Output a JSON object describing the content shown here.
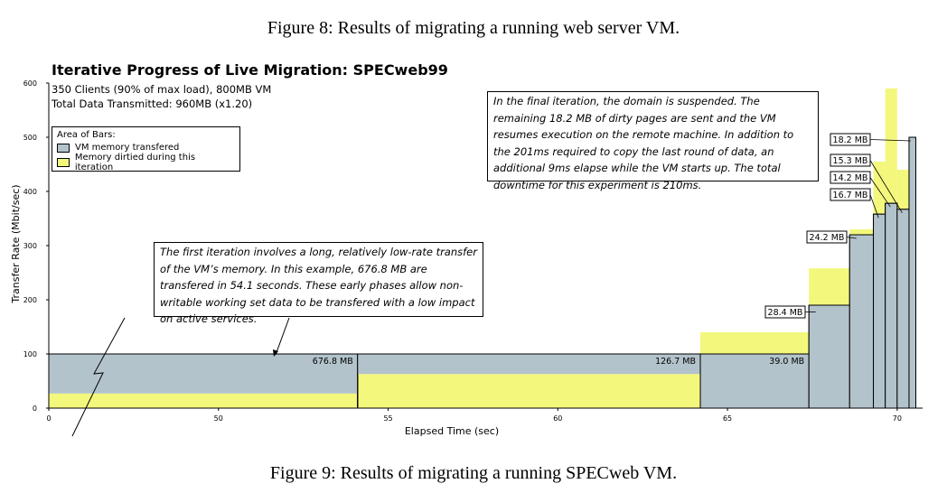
{
  "captions": {
    "top": "Figure 8: Results of migrating a running web server VM.",
    "bottom": "Figure 9: Results of migrating a running SPECweb VM."
  },
  "chart_data": {
    "type": "bar",
    "title": "Iterative Progress of Live Migration: SPECweb99",
    "subtitle_lines": [
      "350 Clients (90% of max load), 800MB VM",
      "Total Data Transmitted: 960MB (x1.20)"
    ],
    "xlabel": "Elapsed Time (sec)",
    "ylabel": "Transfer Rate (Mbit/sec)",
    "xlim": [
      0,
      70.4
    ],
    "ylim": [
      0,
      600
    ],
    "x_axis_break": true,
    "xticks": [
      {
        "value": 45,
        "label": "0"
      },
      {
        "value": 50,
        "label": "50"
      },
      {
        "value": 55,
        "label": "55"
      },
      {
        "value": 60,
        "label": "60"
      },
      {
        "value": 65,
        "label": "65"
      },
      {
        "value": 70,
        "label": "70"
      }
    ],
    "yticks": [
      0,
      100,
      200,
      300,
      400,
      500,
      600
    ],
    "legend": {
      "title": "Area of Bars:",
      "entries": [
        {
          "name": "VM memory transfered",
          "color": "#b3c3cb"
        },
        {
          "name": "Memory dirtied during this iteration",
          "color": "#f3f77c"
        }
      ],
      "placement": "top-left"
    },
    "colors": {
      "transferred": "#b3c3cb",
      "dirtied": "#f3f77c"
    },
    "iterations": [
      {
        "start": 45.0,
        "end": 54.1,
        "rate": 100,
        "dirtied_rate": 27,
        "label": "676.8 MB"
      },
      {
        "start": 54.1,
        "end": 64.2,
        "rate": 100,
        "dirtied_rate": 63,
        "label": "126.7 MB"
      },
      {
        "start": 64.2,
        "end": 67.4,
        "rate": 100,
        "dirtied_rate": 140,
        "label": "39.0 MB"
      },
      {
        "start": 67.4,
        "end": 68.6,
        "rate": 190,
        "dirtied_rate": 258,
        "label": "28.4 MB"
      },
      {
        "start": 68.6,
        "end": 69.3,
        "rate": 320,
        "dirtied_rate": 330,
        "label": "24.2 MB"
      },
      {
        "start": 69.3,
        "end": 69.65,
        "rate": 358,
        "dirtied_rate": 455,
        "label": "16.7 MB"
      },
      {
        "start": 69.65,
        "end": 70.0,
        "rate": 378,
        "dirtied_rate": 590,
        "label": "14.2 MB"
      },
      {
        "start": 70.0,
        "end": 70.35,
        "rate": 367,
        "dirtied_rate": 440,
        "label": "15.3 MB"
      },
      {
        "start": 70.35,
        "end": 70.55,
        "rate": 500,
        "dirtied_rate": 0,
        "label": "18.2 MB"
      }
    ],
    "annotations": [
      {
        "id": "first",
        "text": "The first iteration involves a long, relatively low-rate transfer of the VM’s memory. In this example, 676.8 MB are transfered in 54.1 seconds. These early phases allow non-writable working set data to be transfered with a low impact on active services."
      },
      {
        "id": "final",
        "text": "In the final iteration, the domain is suspended. The remaining 18.2 MB of dirty pages are sent and the VM resumes execution on the remote machine. In addition to the 201ms required to copy the last round of data, an additional 9ms elapse while the VM starts up. The total downtime for this experiment is 210ms."
      }
    ]
  }
}
